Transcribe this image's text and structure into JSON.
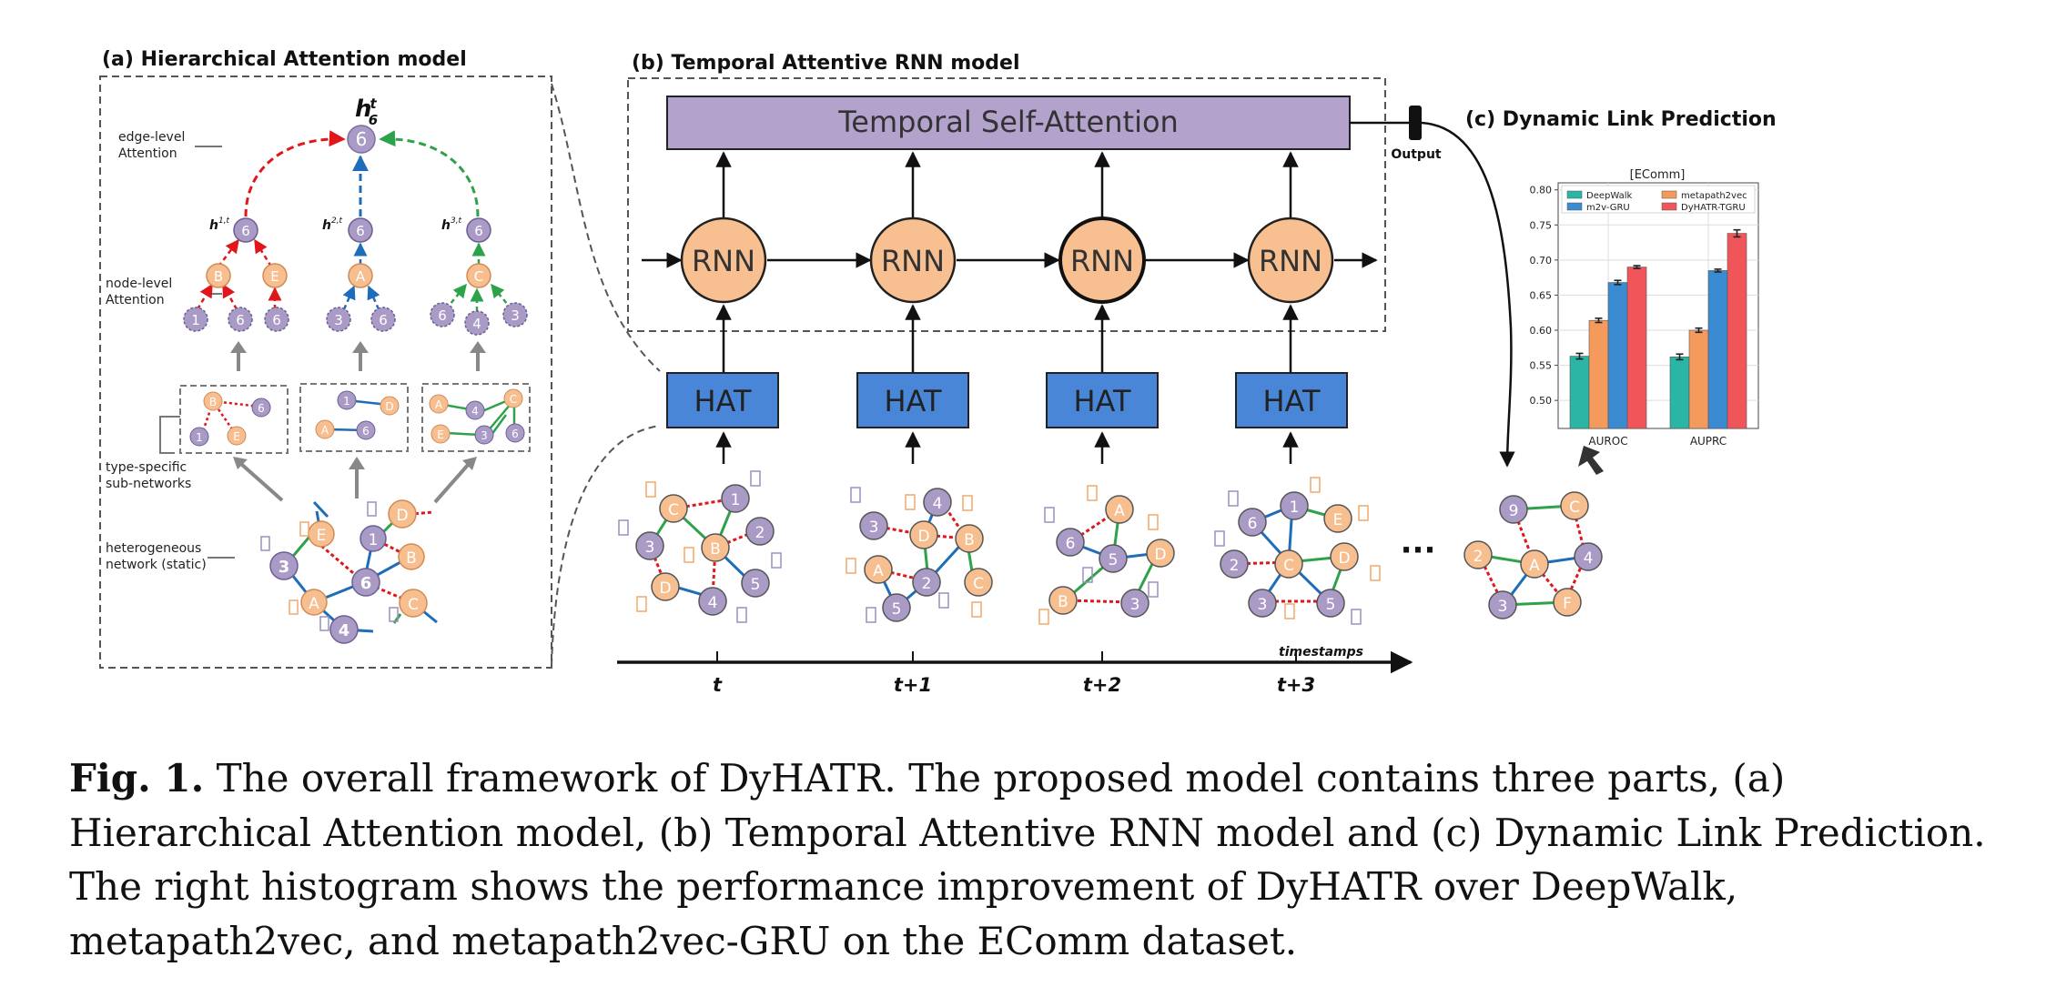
{
  "panels": {
    "a_title": "(a) Hierarchical Attention model",
    "b_title": "(b) Temporal Attentive RNN model",
    "c_title": "(c) Dynamic Link Prediction"
  },
  "hat_side_labels": {
    "edge_level_1": "edge-level",
    "edge_level_2": "Attention",
    "node_level_1": "node-level",
    "node_level_2": "Attention",
    "type_specific_1": "type-specific",
    "type_specific_2": "sub-networks",
    "heterogeneous_1": "heterogeneous",
    "heterogeneous_2": "network (static)"
  },
  "math": {
    "h6t": "h",
    "h6t_sup": "t",
    "h6t_sub": "6",
    "h1": "h",
    "h1_sup": "1,t",
    "h2": "h",
    "h2_sup": "2,t",
    "h3": "h",
    "h3_sup": "3,t",
    "sub6": "6"
  },
  "rnn": {
    "attention_label": "Temporal Self-Attention",
    "rnn_label": "RNN",
    "hat_label": "HAT",
    "output_label": "Output",
    "ellipsis": "···",
    "timestamps_label": "timestamps",
    "ticks": [
      "t",
      "t+1",
      "t+2",
      "t+3"
    ]
  },
  "node_labels": {
    "n1": "1",
    "n2": "2",
    "n3": "3",
    "n4": "4",
    "n5": "5",
    "n6": "6",
    "n9": "9",
    "A": "A",
    "B": "B",
    "C": "C",
    "D": "D",
    "E": "E",
    "F": "F"
  },
  "colors": {
    "purple_node": "#a99bc6",
    "orange_node": "#f7be8f",
    "attention_box": "#b3a2cc",
    "rnn_circle": "#f8c091",
    "hat_box": "#4a86d8",
    "red_edge": "#e0161b",
    "blue_edge": "#1e6db8",
    "green_edge": "#2ea24a"
  },
  "chart_data": {
    "type": "bar",
    "title": "[EComm]",
    "categories": [
      "AUROC",
      "AUPRC"
    ],
    "series": [
      {
        "name": "DeepWalk",
        "values": [
          0.563,
          0.562
        ],
        "errors": [
          0.004,
          0.004
        ],
        "color": "#2ab5a5"
      },
      {
        "name": "metapath2vec",
        "values": [
          0.614,
          0.6
        ],
        "errors": [
          0.003,
          0.003
        ],
        "color": "#f59a5d"
      },
      {
        "name": "m2v-GRU",
        "values": [
          0.668,
          0.685
        ],
        "errors": [
          0.003,
          0.002
        ],
        "color": "#3a8bd2"
      },
      {
        "name": "DyHATR-TGRU",
        "values": [
          0.69,
          0.738
        ],
        "errors": [
          0.002,
          0.005
        ],
        "color": "#f0555a"
      }
    ],
    "ylim": [
      0.46,
      0.81
    ],
    "yticks": [
      "0.50",
      "0.55",
      "0.60",
      "0.65",
      "0.70",
      "0.75",
      "0.80"
    ],
    "grid": true,
    "legend_position": "top"
  },
  "caption": {
    "label": "Fig. 1.",
    "text": " The overall framework of DyHATR. The proposed model contains three parts, (a) Hierarchical Attention model, (b) Temporal Attentive RNN model and (c) Dynamic Link Prediction. The right histogram shows the performance improvement of DyHATR over DeepWalk, metapath2vec, and metapath2vec-GRU on the EComm dataset."
  }
}
